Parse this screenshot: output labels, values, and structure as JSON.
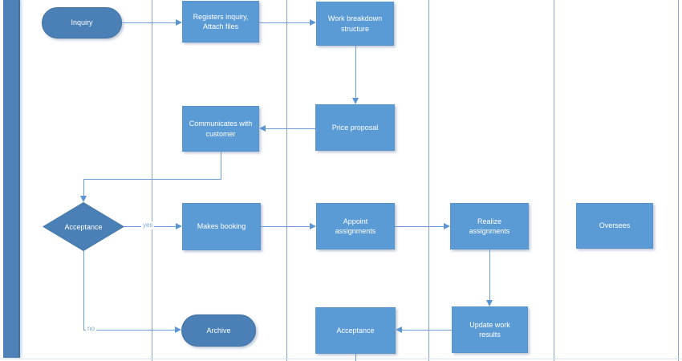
{
  "diagram": {
    "type": "swimlane-flowchart",
    "colors": {
      "process_fill": "#5b9bd5",
      "terminal_fill": "#4a80b6",
      "decision_fill": "#4a80b6",
      "connector": "#6f9ed6",
      "lane_line": "#85a4c9",
      "sidebar_fill": "#4e81b7",
      "node_text": "#ffffff",
      "edge_label_text": "#7da6d8"
    },
    "nodes": [
      {
        "id": "inquiry",
        "shape": "terminator",
        "lines": [
          "Inquiry"
        ]
      },
      {
        "id": "registers-inquiry",
        "shape": "process",
        "lines": [
          "Registers inquiry,",
          "Attach files"
        ]
      },
      {
        "id": "work-breakdown",
        "shape": "process",
        "lines": [
          "Work breakdown",
          "structure"
        ]
      },
      {
        "id": "price-proposal",
        "shape": "process",
        "lines": [
          "Price proposal"
        ]
      },
      {
        "id": "communicates-customer",
        "shape": "process",
        "lines": [
          "Communicates with",
          "customer"
        ]
      },
      {
        "id": "acceptance-decision",
        "shape": "decision",
        "lines": [
          "Acceptance"
        ]
      },
      {
        "id": "makes-booking",
        "shape": "process",
        "lines": [
          "Makes booking"
        ]
      },
      {
        "id": "appoint-assignments",
        "shape": "process",
        "lines": [
          "Appoint",
          "assignments"
        ]
      },
      {
        "id": "realize-assignments",
        "shape": "process",
        "lines": [
          "Realize",
          "assignments"
        ]
      },
      {
        "id": "oversees",
        "shape": "process",
        "lines": [
          "Oversees"
        ]
      },
      {
        "id": "archive",
        "shape": "terminator",
        "lines": [
          "Archive"
        ]
      },
      {
        "id": "acceptance-review",
        "shape": "process",
        "lines": [
          "Acceptance"
        ]
      },
      {
        "id": "update-work-results",
        "shape": "process",
        "lines": [
          "Update work",
          "results"
        ]
      }
    ],
    "edges": [
      {
        "from": "inquiry",
        "to": "registers-inquiry",
        "label": ""
      },
      {
        "from": "registers-inquiry",
        "to": "work-breakdown",
        "label": ""
      },
      {
        "from": "work-breakdown",
        "to": "price-proposal",
        "label": ""
      },
      {
        "from": "price-proposal",
        "to": "communicates-customer",
        "label": ""
      },
      {
        "from": "communicates-customer",
        "to": "acceptance-decision",
        "label": ""
      },
      {
        "from": "acceptance-decision",
        "to": "makes-booking",
        "label": "yes"
      },
      {
        "from": "makes-booking",
        "to": "appoint-assignments",
        "label": ""
      },
      {
        "from": "appoint-assignments",
        "to": "realize-assignments",
        "label": ""
      },
      {
        "from": "realize-assignments",
        "to": "update-work-results",
        "label": ""
      },
      {
        "from": "update-work-results",
        "to": "acceptance-review",
        "label": ""
      },
      {
        "from": "acceptance-decision",
        "to": "archive",
        "label": "no"
      },
      {
        "from": "acceptance-review",
        "to": "(continues below frame)",
        "label": ""
      }
    ]
  }
}
